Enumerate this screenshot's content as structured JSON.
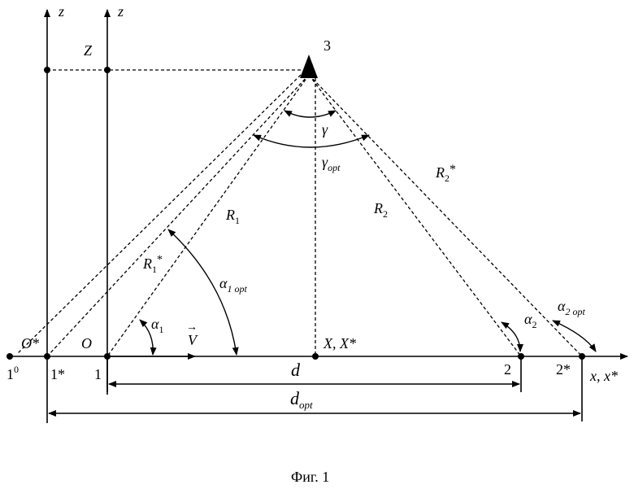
{
  "caption": "Фиг. 1",
  "axes": {
    "z_left": "z",
    "z_right": "z",
    "x_axis": "x, x*"
  },
  "points": {
    "Z": "Z",
    "station3": "3",
    "O_star": "O*",
    "O": "O",
    "X_label": "X, X*",
    "p1_0_base": "1",
    "p1_0_sup": "0",
    "p1_star": "1*",
    "p1": "1",
    "p2": "2",
    "p2_star": "2*"
  },
  "labels": {
    "gamma": "γ",
    "gamma_opt_main": "γ",
    "gamma_opt_sub": "opt",
    "R1_main": "R",
    "R1_sub": "1",
    "R1star_main": "R",
    "R1star_sub": "1",
    "R1star_sup": "*",
    "R2_main": "R",
    "R2_sub": "2",
    "R2star_main": "R",
    "R2star_sub": "2",
    "R2star_sup": "*",
    "alpha1_main": "α",
    "alpha1_sub": "1",
    "alpha1opt_main": "α",
    "alpha1opt_sub": "1 opt",
    "alpha2_main": "α",
    "alpha2_sub": "2",
    "alpha2opt_main": "α",
    "alpha2opt_sub": "2 opt",
    "V": "V",
    "d": "d",
    "dopt_main": "d",
    "dopt_sub": "opt"
  }
}
